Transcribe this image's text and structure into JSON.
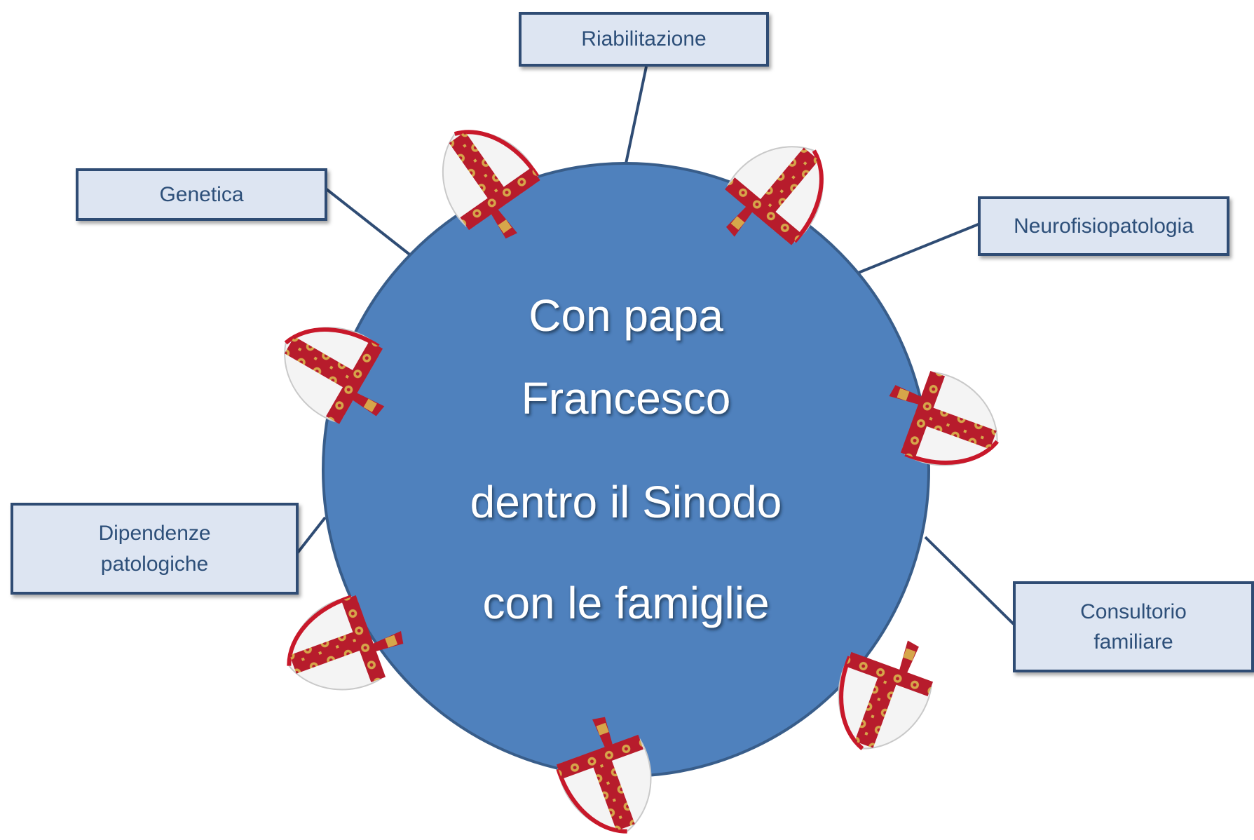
{
  "center": {
    "lines": [
      "Con papa",
      "Francesco",
      "dentro il Sinodo",
      "con le famiglie"
    ]
  },
  "boxes": {
    "riabilitazione": [
      "Riabilitazione"
    ],
    "genetica": [
      "Genetica"
    ],
    "neurofisiopatologia": [
      "Neurofisiopatologia"
    ],
    "dipendenze": [
      "Dipendenze",
      "patologiche"
    ],
    "consultorio": [
      "Consultorio",
      "familiare"
    ]
  },
  "colors": {
    "circle_fill": "#4f81bd",
    "circle_stroke": "#385d8a",
    "box_fill": "#dde5f2",
    "box_border": "#2f4c74",
    "box_text": "#2d4f79",
    "connector": "#2f4c74",
    "mitre_red": "#b71c2c",
    "mitre_gold": "#d6a64a",
    "mitre_white": "#f4f4f4"
  },
  "icons": {
    "mitre": "bishop-mitre-icon"
  }
}
